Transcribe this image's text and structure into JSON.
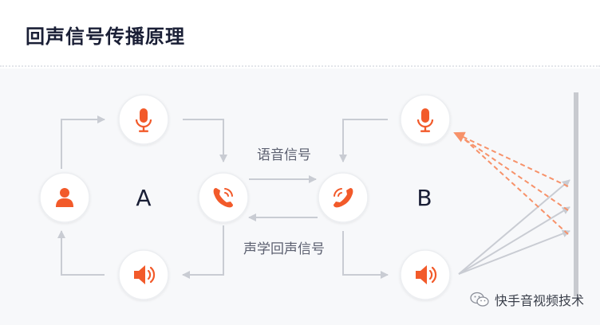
{
  "title": "回声信号传播原理",
  "labels": {
    "speech_signal": "语音信号",
    "acoustic_echo_signal": "声学回声信号",
    "side_a": "A",
    "side_b": "B"
  },
  "icons": {
    "a_microphone": "microphone-icon",
    "a_user": "user-icon",
    "a_speaker": "speaker-icon",
    "a_phone": "phone-icon",
    "b_phone": "phone-icon",
    "b_microphone": "microphone-icon",
    "b_speaker": "speaker-icon"
  },
  "colors": {
    "accent": "#f25a2a",
    "arrow": "#c9ccd3",
    "echo_dashed": "#f7926a",
    "wall": "#c8cacf",
    "text": "#1a1f36",
    "label": "#5c6070"
  },
  "watermark": {
    "text": "快手音视频技术"
  }
}
